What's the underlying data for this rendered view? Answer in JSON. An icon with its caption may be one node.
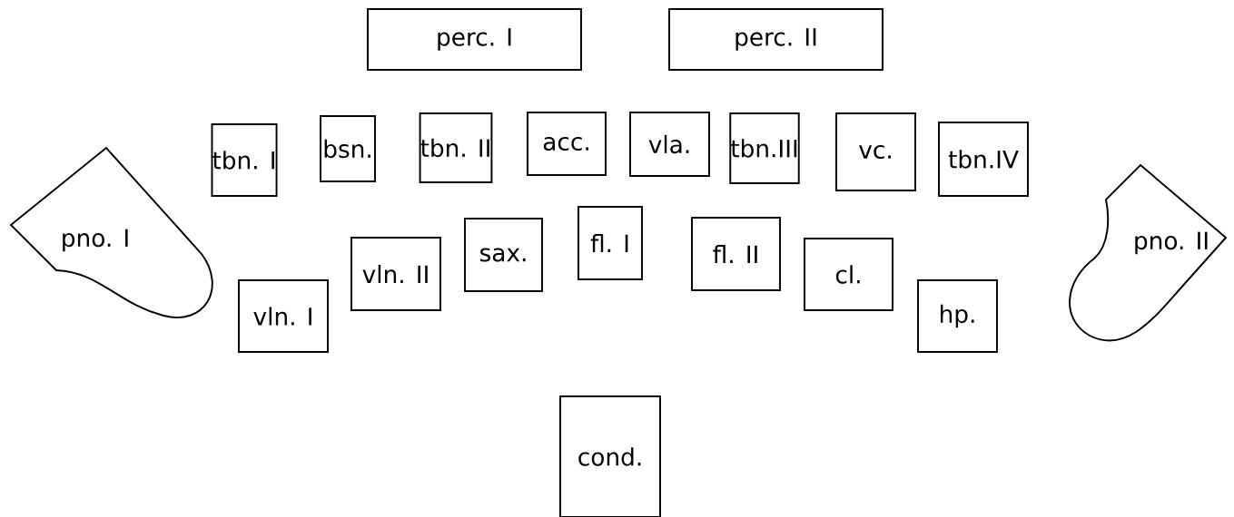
{
  "diagram": {
    "nodes": [
      {
        "text": [
          "perc. I"
        ]
      },
      {
        "text": [
          "perc. II"
        ]
      },
      {
        "text": [
          "tbn. I"
        ]
      },
      {
        "text": [
          "bsn."
        ]
      },
      {
        "text": [
          "tbn. II"
        ]
      },
      {
        "text": [
          "acc."
        ]
      },
      {
        "text": [
          "vla."
        ]
      },
      {
        "text": [
          "tbn.III"
        ]
      },
      {
        "text": [
          "vc."
        ]
      },
      {
        "text": [
          "tbn.IV"
        ]
      },
      {
        "text": [
          "pno. I"
        ]
      },
      {
        "text": [
          "pno. II"
        ]
      },
      {
        "text": [
          "vln. II"
        ]
      },
      {
        "text": [
          "sax."
        ]
      },
      {
        "text": [
          "fl. I"
        ]
      },
      {
        "text": [
          "fl. II"
        ]
      },
      {
        "text": [
          "cl."
        ]
      },
      {
        "text": [
          "vln. I"
        ]
      },
      {
        "text": [
          "hp."
        ]
      },
      {
        "text": [
          "cond."
        ]
      }
    ]
  }
}
